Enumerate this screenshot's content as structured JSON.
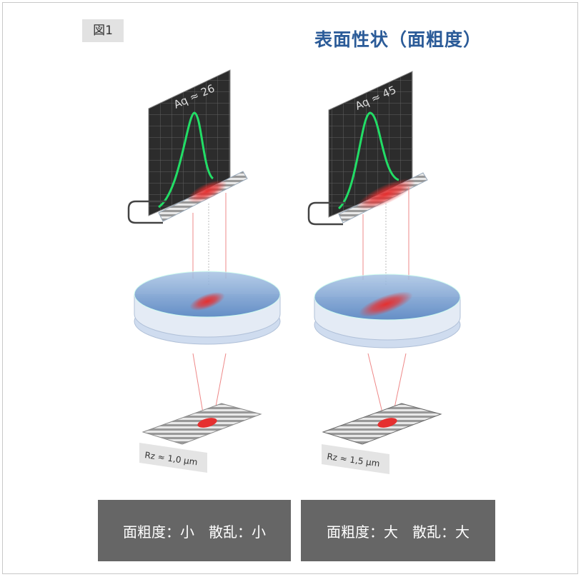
{
  "figure_label": "図1",
  "title": "表面性状（面粗度）",
  "units": [
    {
      "monitor_value": "Aq ≈ 26",
      "sample_label": "Rz ≈ 1,0 µm",
      "caption": "面粗度：小　散乱：小"
    },
    {
      "monitor_value": "Aq ≈ 45",
      "sample_label": "Rz ≈ 1,5 µm",
      "caption": "面粗度：大　散乱：大"
    }
  ],
  "colors": {
    "title": "#2b5b98",
    "curve": "#22dd66",
    "laser": "#e53030",
    "caption_bg": "#666666"
  }
}
